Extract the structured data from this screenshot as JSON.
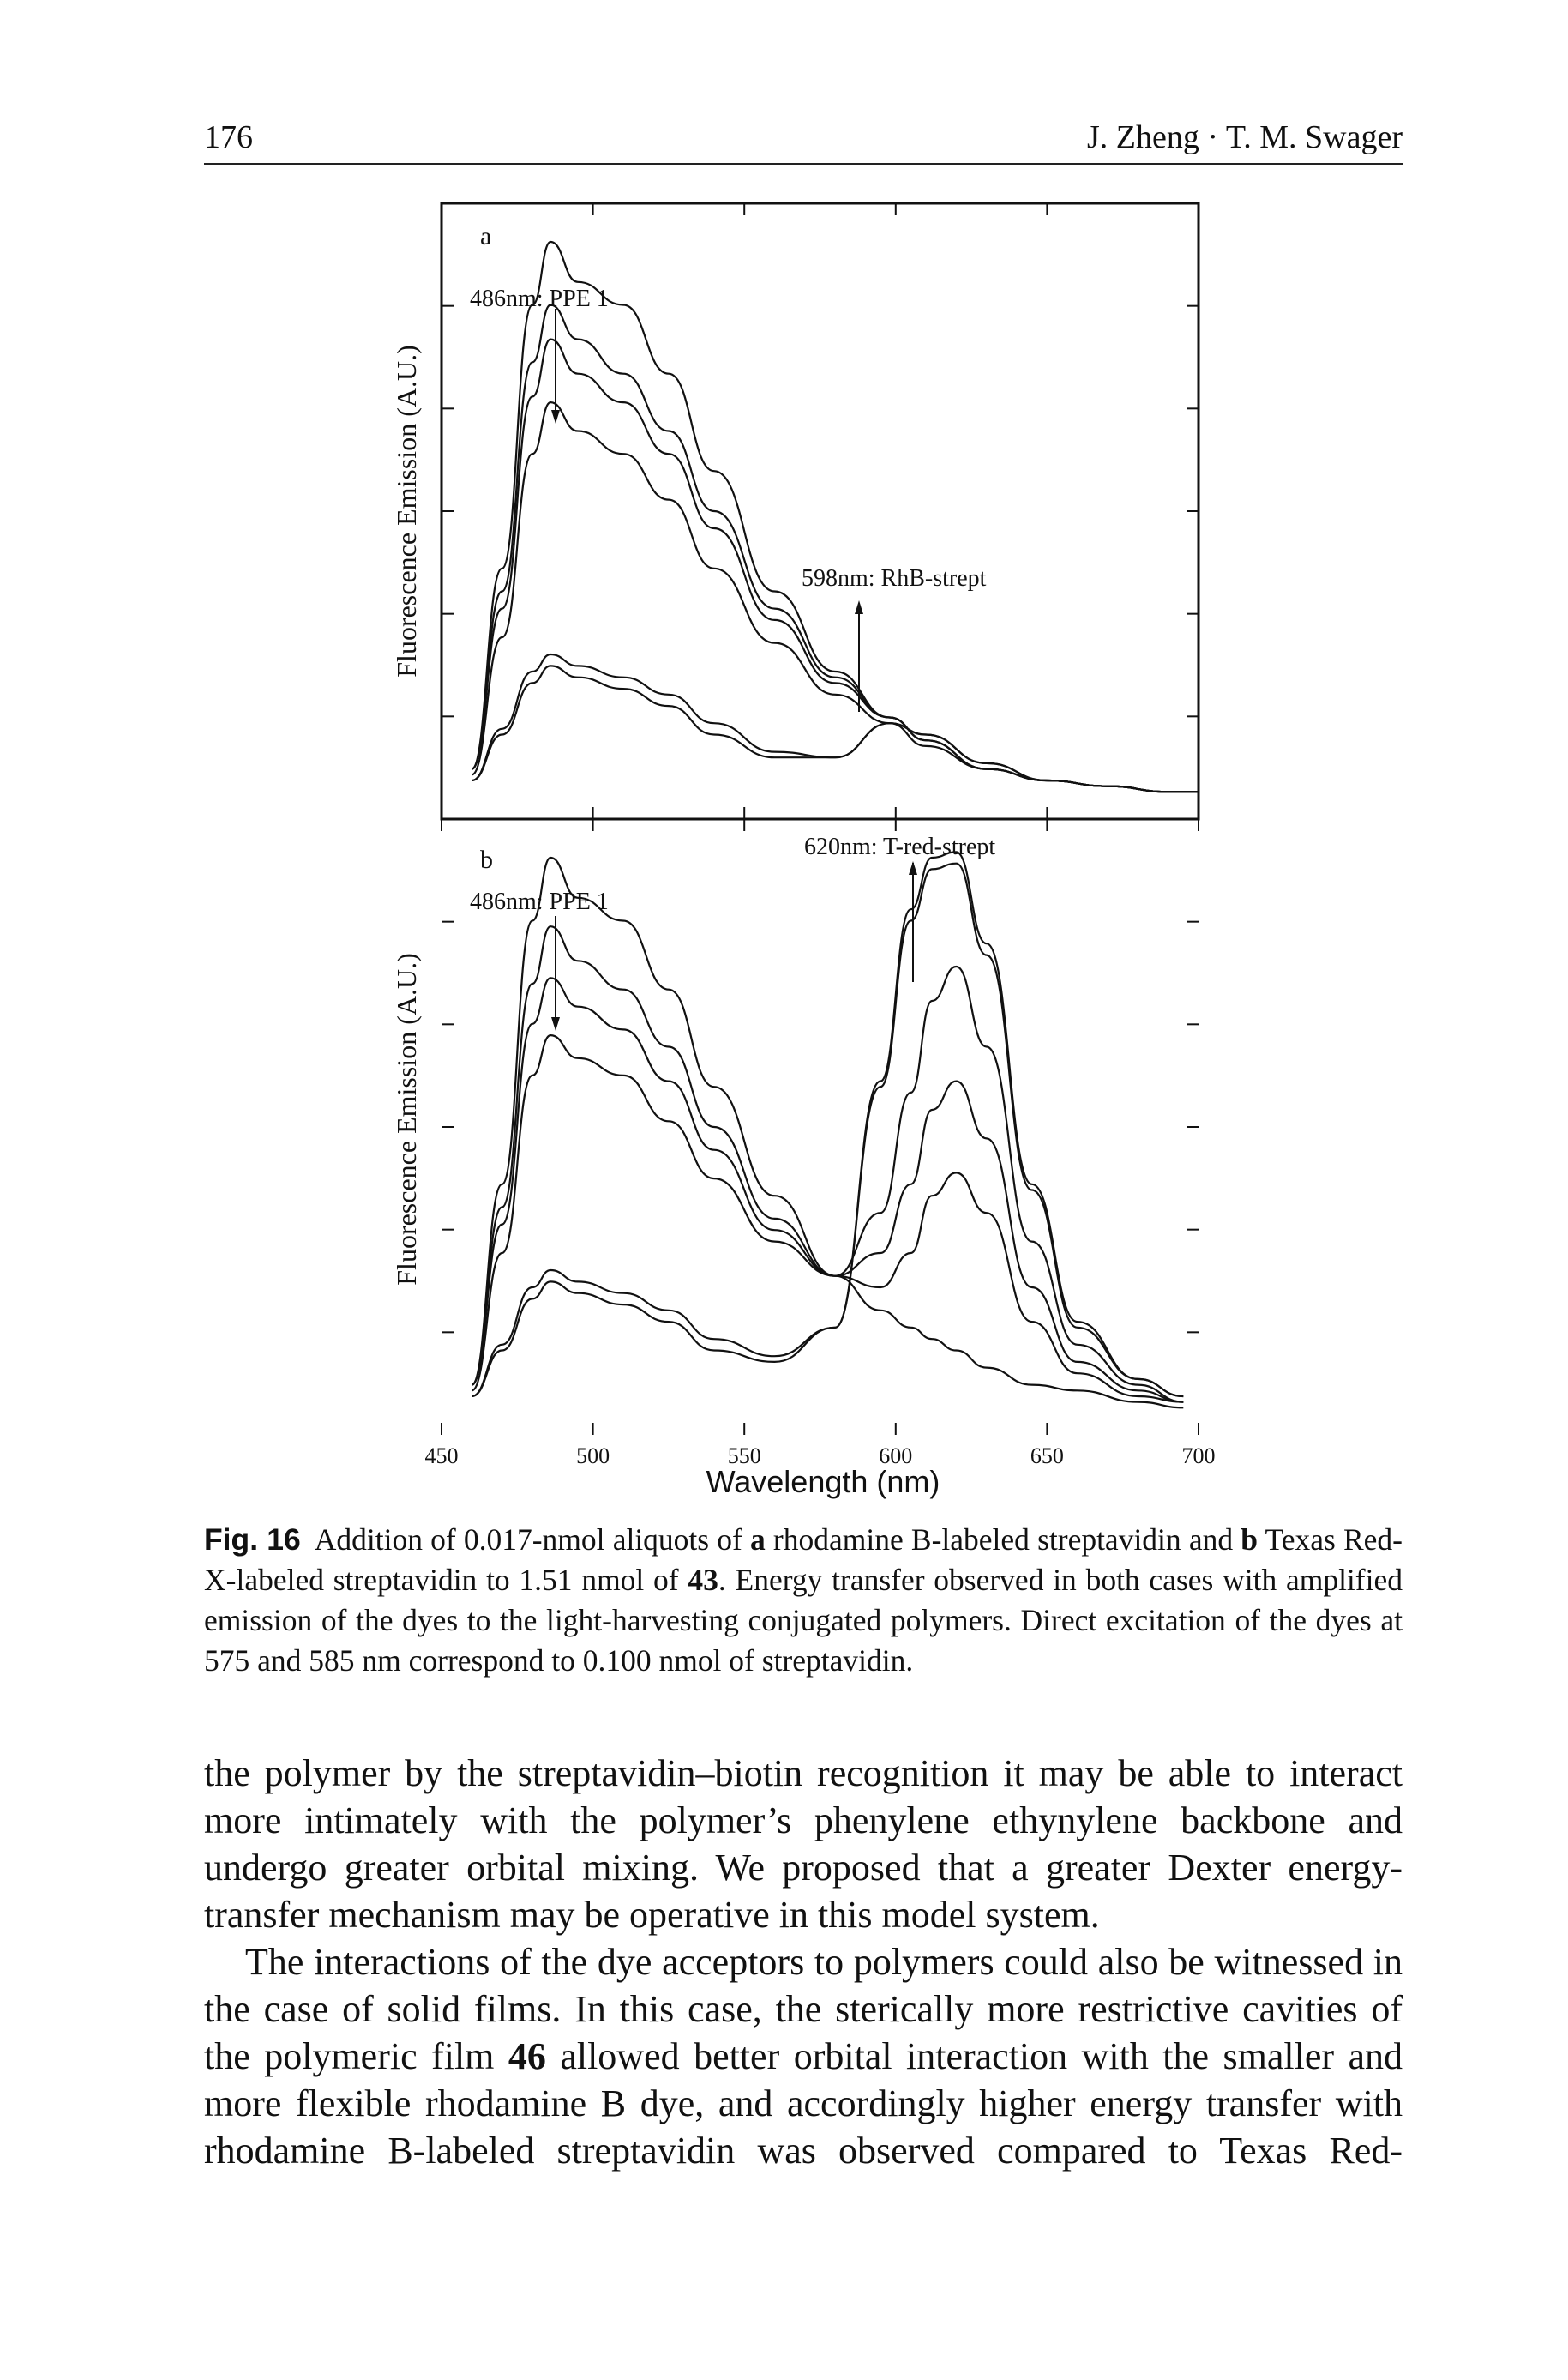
{
  "header": {
    "page_number": "176",
    "running_head": "J. Zheng · T. M. Swager"
  },
  "figure": {
    "panel_a_label": "a",
    "panel_b_label": "b",
    "ylabel": "Fluorescence Emission (A.U.)",
    "xlabel": "Wavelength (nm)",
    "annotations": {
      "a_donor": "486nm: PPE 1",
      "a_acceptor": "598nm: RhB-strept",
      "b_donor": "486nm: PPE 1",
      "b_acceptor": "620nm: T-red-strept"
    },
    "colors": {
      "ink": "#111111",
      "background": "#ffffff"
    }
  },
  "chart_data": [
    {
      "type": "line",
      "panel": "a",
      "xlabel": "Wavelength (nm)",
      "ylabel": "Fluorescence Emission (A.U.)",
      "xlim": [
        450,
        700
      ],
      "ylim": [
        0,
        1
      ],
      "ticks_x": [
        450,
        500,
        550,
        600,
        650,
        700
      ],
      "x": [
        460,
        470,
        480,
        486,
        495,
        510,
        525,
        540,
        560,
        580,
        598,
        610,
        630,
        650,
        670,
        690,
        700
      ],
      "series": [
        {
          "values": [
            0.05,
            0.4,
            0.86,
            0.97,
            0.9,
            0.86,
            0.74,
            0.57,
            0.36,
            0.22,
            0.14,
            0.1,
            0.05,
            0.03,
            0.02,
            0.01,
            0.01
          ]
        },
        {
          "values": [
            0.05,
            0.36,
            0.76,
            0.86,
            0.8,
            0.74,
            0.64,
            0.5,
            0.33,
            0.21,
            0.14,
            0.1,
            0.05,
            0.03,
            0.02,
            0.01,
            0.01
          ]
        },
        {
          "values": [
            0.05,
            0.33,
            0.7,
            0.8,
            0.74,
            0.69,
            0.6,
            0.47,
            0.31,
            0.2,
            0.14,
            0.1,
            0.05,
            0.03,
            0.02,
            0.01,
            0.01
          ]
        },
        {
          "values": [
            0.04,
            0.28,
            0.6,
            0.69,
            0.64,
            0.6,
            0.52,
            0.4,
            0.27,
            0.18,
            0.13,
            0.09,
            0.05,
            0.03,
            0.02,
            0.01,
            0.01
          ]
        },
        {
          "values": [
            0.03,
            0.12,
            0.22,
            0.25,
            0.23,
            0.21,
            0.18,
            0.13,
            0.08,
            0.07,
            0.13,
            0.11,
            0.06,
            0.03,
            0.02,
            0.01,
            0.01
          ]
        },
        {
          "values": [
            0.03,
            0.11,
            0.2,
            0.23,
            0.21,
            0.19,
            0.16,
            0.11,
            0.07,
            0.07,
            0.13,
            0.11,
            0.06,
            0.03,
            0.02,
            0.01,
            0.01
          ]
        }
      ]
    },
    {
      "type": "line",
      "panel": "b",
      "xlabel": "Wavelength (nm)",
      "ylabel": "Fluorescence Emission (A.U.)",
      "xlim": [
        450,
        700
      ],
      "ylim": [
        0,
        1
      ],
      "ticks_x": [
        450,
        500,
        550,
        600,
        650,
        700
      ],
      "x": [
        460,
        470,
        480,
        486,
        495,
        510,
        525,
        540,
        560,
        580,
        595,
        605,
        612,
        620,
        630,
        645,
        660,
        680,
        695
      ],
      "series": [
        {
          "values": [
            0.05,
            0.4,
            0.86,
            0.97,
            0.9,
            0.86,
            0.74,
            0.57,
            0.38,
            0.24,
            0.18,
            0.15,
            0.13,
            0.11,
            0.08,
            0.05,
            0.04,
            0.02,
            0.01
          ]
        },
        {
          "values": [
            0.05,
            0.36,
            0.75,
            0.85,
            0.79,
            0.74,
            0.64,
            0.5,
            0.34,
            0.24,
            0.22,
            0.28,
            0.38,
            0.42,
            0.35,
            0.16,
            0.07,
            0.03,
            0.02
          ]
        },
        {
          "values": [
            0.05,
            0.33,
            0.68,
            0.76,
            0.71,
            0.67,
            0.58,
            0.46,
            0.32,
            0.24,
            0.28,
            0.4,
            0.53,
            0.58,
            0.48,
            0.22,
            0.09,
            0.04,
            0.02
          ]
        },
        {
          "values": [
            0.04,
            0.28,
            0.59,
            0.66,
            0.62,
            0.59,
            0.51,
            0.41,
            0.3,
            0.24,
            0.35,
            0.56,
            0.72,
            0.78,
            0.64,
            0.3,
            0.12,
            0.05,
            0.02
          ]
        },
        {
          "values": [
            0.03,
            0.12,
            0.22,
            0.25,
            0.23,
            0.21,
            0.18,
            0.13,
            0.1,
            0.15,
            0.58,
            0.88,
            0.97,
            0.98,
            0.82,
            0.4,
            0.16,
            0.06,
            0.03
          ]
        },
        {
          "values": [
            0.03,
            0.11,
            0.2,
            0.23,
            0.21,
            0.19,
            0.16,
            0.11,
            0.09,
            0.15,
            0.57,
            0.86,
            0.95,
            0.96,
            0.8,
            0.39,
            0.15,
            0.06,
            0.03
          ]
        }
      ]
    }
  ],
  "caption": {
    "label": "Fig. 16",
    "p1": "Addition of 0.017-nmol aliquots of ",
    "a": "a",
    "p2": " rhodamine B-labeled streptavidin and ",
    "b": "b",
    "p3": " Texas Red-X-labeled streptavidin to 1.51 nmol of ",
    "compound": "43",
    "p4": ". Energy transfer observed in both cases with amplified emission of the dyes to the light-harvesting conjugated polymers. Direct excitation of the dyes at 575 and 585 nm correspond to 0.100 nmol of streptavidin."
  },
  "body": {
    "para1": "the polymer by the streptavidin–biotin recognition it may be able to interact more intimately with the polymer’s phenylene ethynylene backbone and undergo greater orbital mixing. We proposed that a greater Dexter energy-transfer mechanism may be operative in this model system.",
    "para2_a": "The interactions of the dye acceptors to polymers could also be witnessed in the case of solid films. In this case, the sterically more restrictive cavities of the polymeric film ",
    "para2_num": "46",
    "para2_b": " allowed better orbital interaction with the smaller and more flexible rhodamine B dye, and accordingly higher energy transfer with rhodamine B-labeled streptavidin was observed compared to Texas Red-"
  }
}
